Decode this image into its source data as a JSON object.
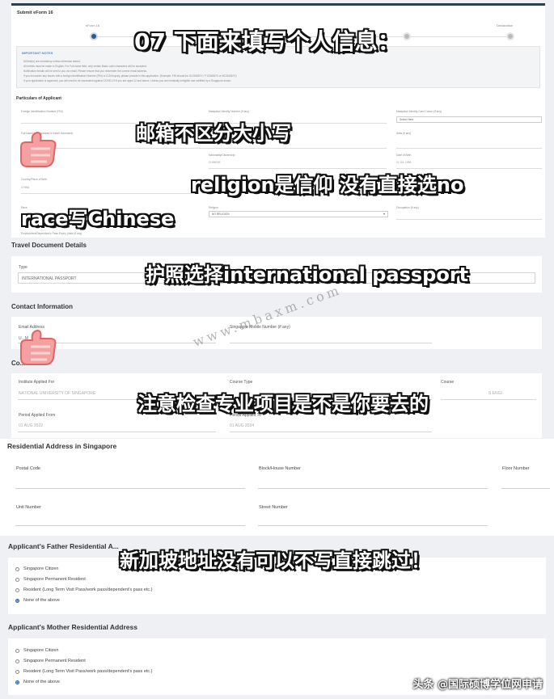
{
  "top": {
    "title": "Submit eForm 16",
    "steps": [
      "eForm 16",
      "",
      "",
      "",
      "",
      "Declaration"
    ],
    "notes_header": "IMPORTANT NOTES",
    "notes": [
      "All field(s) are mandatory unless otherwise stated.",
      "All entries must be made in English. For Full name field, only certain Basic Latin characters will be accepted.",
      "Notification emails will be sent to you via email. Please ensure that you remember the correct email address.",
      "If you encounter any issues with a foreign Identification Number (FIN) or ICA Enquiry, please provide in this application. (Example: FIN should be G1234567X / F1234567X or M1234567X)",
      "If your application is approved, you will need to be vaccinated against COVID-19 if you are aged 12 and above. Unless you are medically ineligible and certified by a Singapore doctor."
    ],
    "particulars_title": "Particulars of Applicant",
    "particulars": {
      "foreign_id_label": "Foreign Identification Number (FIN)",
      "malaysian_id_label": "Malaysian Identity Number (if any)",
      "malaysian_id_colour_label": "Malaysian Identity Card Colour (if any)",
      "select_here": "Select Here",
      "fullname_label": "Full Name (as appeared in travel document)",
      "alias_label": "Alias (if any)",
      "nationality_label": "Nationality/Citizenship",
      "nationality_value": "CHINESE",
      "dob_label": "Date of Birth",
      "dob_value": "11 JUL 1996",
      "country_birth_label": "Country/Place of Birth",
      "country_birth_value": "CHINA",
      "race_label": "Race",
      "religion_label": "Religion",
      "religion_value": "NO RELIGION",
      "occupation_label": "Occupation (if any)",
      "employment_label": "Employment/Dependant's Pass Expiry (date (if any)"
    }
  },
  "travel": {
    "title": "Travel Document Details",
    "type_label": "Type",
    "type_value": "INTERNATIONAL PASSPORT"
  },
  "contact": {
    "title": "Contact Information",
    "email_label": "Email Address",
    "email_value": "U...M",
    "mobile_label": "Singapore Mobile Number (if any)"
  },
  "course": {
    "title": "Co...",
    "institute_label": "Institute Applied For",
    "institute_value": "NATIONAL UNIVERSITY OF SINGAPORE",
    "course_type_label": "Course Type",
    "course_label": "Course",
    "course_value": "S ENGI",
    "period_from_label": "Period Applied From",
    "period_from_value": "01 AUG 2022",
    "period_to_label": "Period Applied To",
    "period_to_value": "01 AUG 2024"
  },
  "residential": {
    "title": "Residential Address in Singapore",
    "postal_label": "Postal Code",
    "block_label": "Block/House Number",
    "floor_label": "Floor Number",
    "unit_label": "Unit Number",
    "street_label": "Street Number"
  },
  "father": {
    "title": "Applicant's Father Residential A...",
    "options": [
      "Singapore Citizen",
      "Singapore Permanent Resident",
      "Resident (Long Term Visit Pass/work pass/dependent's pass etc.)",
      "None of the above"
    ],
    "selected": 3
  },
  "mother": {
    "title": "Applicant's Mother Residential Address",
    "options": [
      "Singapore Citizen",
      "Singapore Permanent Resident",
      "Resident (Long Term Visit Pass/work pass/dependent's pass etc.)",
      "None of the above"
    ],
    "selected": 3
  },
  "captions": {
    "c1": "07 下面来填写个人信息：",
    "c2": "邮箱不区分大小写",
    "c3": "religion是信仰 没有直接选no",
    "c4": "race写Chinese",
    "c5": "护照选择international passport",
    "c6": "注意检查专业项目是不是你要去的",
    "c7": "新加坡地址没有可以不写直接跳过！"
  },
  "watermark": "www.mbaxm.com",
  "corner_credit": "头条 @国际硕博学位网申请",
  "icons": [
    "thumbs-up-icon"
  ],
  "colors": {
    "accent": "#1d5fbf",
    "header_bar": "#2d3e50"
  }
}
